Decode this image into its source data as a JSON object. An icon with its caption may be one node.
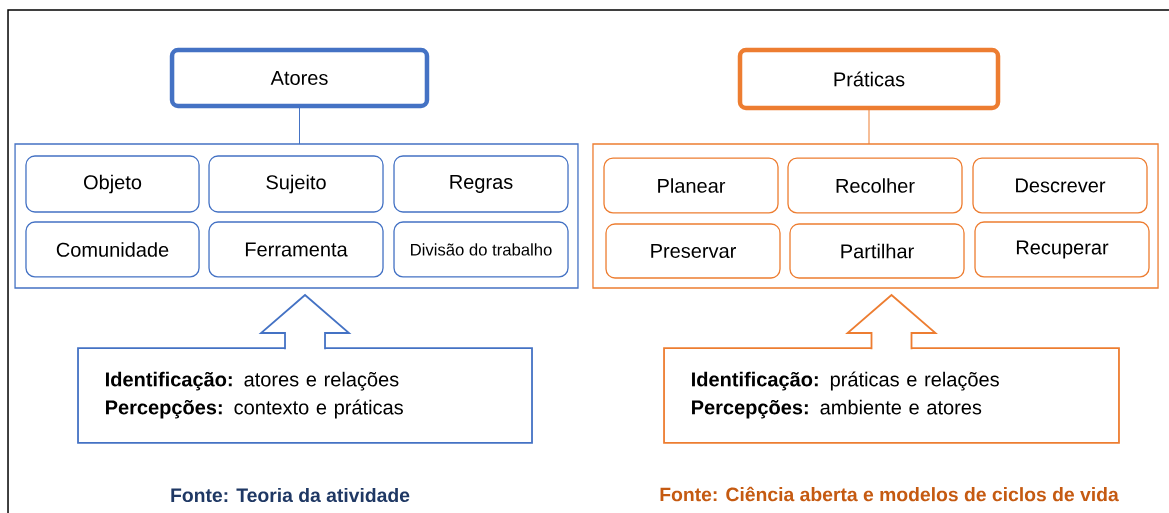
{
  "diagram": {
    "nodes": [
      {
        "text": [
          "Atores"
        ]
      },
      {
        "text": [],
        "shape": "box"
      },
      {
        "text": [
          "Objeto"
        ],
        "in": 1
      },
      {
        "text": [
          "Sujeito"
        ],
        "in": 1
      },
      {
        "text": [
          "Regras"
        ],
        "in": 1
      },
      {
        "text": [
          "Comunidade"
        ],
        "in": 1
      },
      {
        "text": [
          "Ferramenta"
        ],
        "in": 1
      },
      {
        "text": [
          "Divisão do trabalho"
        ],
        "in": 1
      },
      {
        "text": [
          "**Identificação:** atores e relações",
          "**Percepções:** contexto e práticas"
        ]
      },
      {
        "text": [
          "Práticas"
        ]
      },
      {
        "text": [],
        "shape": "box"
      },
      {
        "text": [
          "Planear"
        ],
        "in": 10
      },
      {
        "text": [
          "Recolher"
        ],
        "in": 10
      },
      {
        "text": [
          "Descrever"
        ],
        "in": 10
      },
      {
        "text": [
          "Preservar"
        ],
        "in": 10
      },
      {
        "text": [
          "Partilhar"
        ],
        "in": 10
      },
      {
        "text": [
          "Recuperar"
        ],
        "in": 10
      },
      {
        "text": [
          "**Identificação:** práticas e relações",
          "**Percepções:** ambiente e atores"
        ]
      }
    ],
    "edges": [
      {
        "from": 0,
        "to": 1,
        "arrow": "none",
        "color": "#4472c4"
      },
      {
        "from": 8,
        "to": 1,
        "arrow": "to",
        "color": "#4472c4"
      },
      {
        "from": 9,
        "to": 10,
        "arrow": "none",
        "color": "#ed7d31"
      },
      {
        "from": 17,
        "to": 10,
        "arrow": "to",
        "color": "#ed7d31"
      }
    ],
    "labels": [
      "Fonte: Teoria da atividade",
      "Fonte: Ciência aberta e modelos de ciclos de vida"
    ]
  }
}
